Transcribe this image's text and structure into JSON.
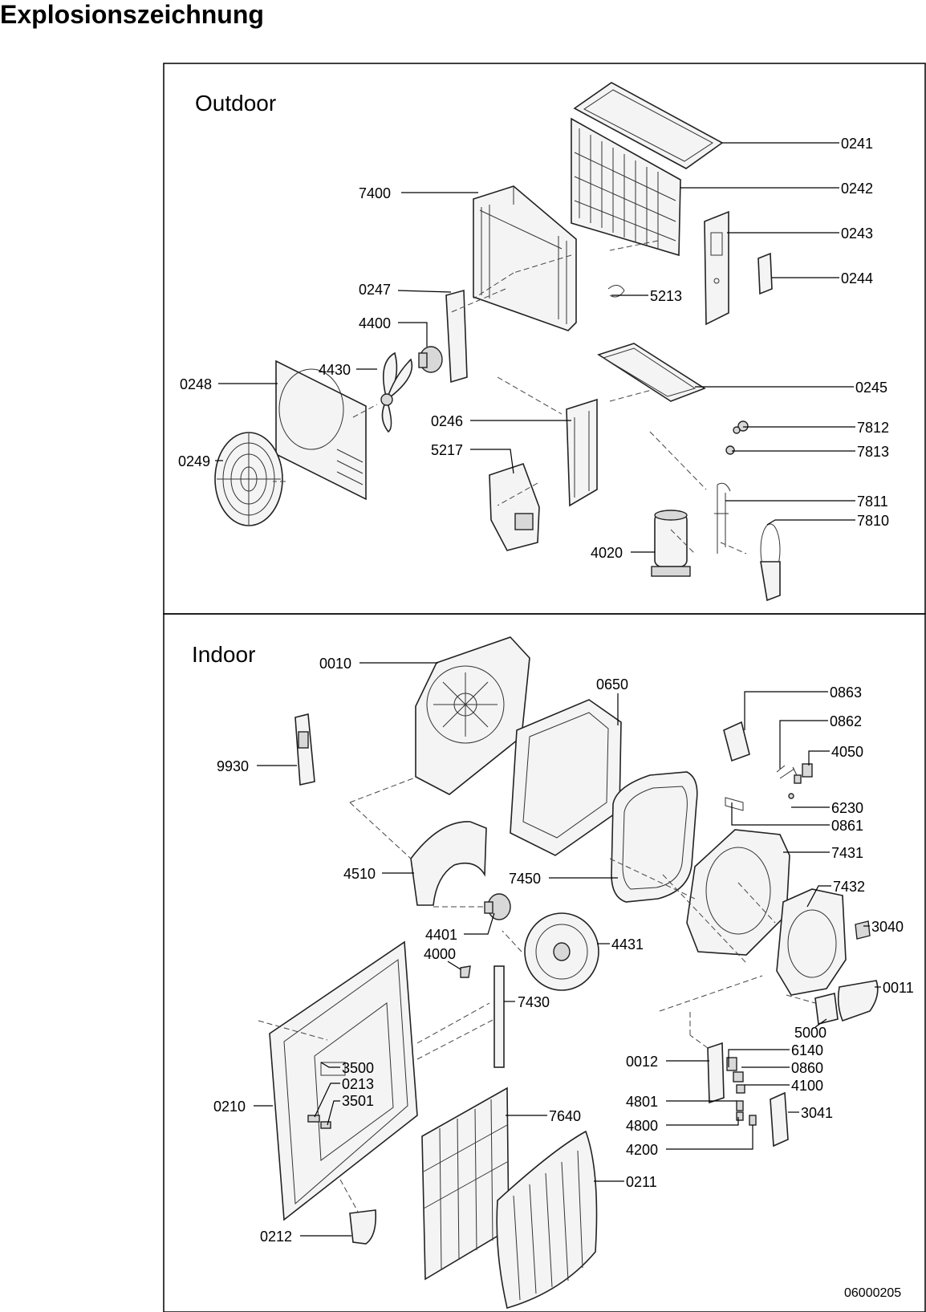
{
  "title": "Explosionszeichnung",
  "sections": {
    "outdoor": "Outdoor",
    "indoor": "Indoor"
  },
  "drawing_code": "06000205",
  "labels": {
    "p0241": "0241",
    "p0242": "0242",
    "p0243": "0243",
    "p0244": "0244",
    "p7400": "7400",
    "p5213": "5213",
    "p0247": "0247",
    "p4400": "4400",
    "p4430": "4430",
    "p0248": "0248",
    "p0245": "0245",
    "p0246": "0246",
    "p7812": "7812",
    "p7813": "7813",
    "p5217": "5217",
    "p0249": "0249",
    "p7811": "7811",
    "p7810": "7810",
    "p4020": "4020",
    "p0010": "0010",
    "p0650": "0650",
    "p0863": "0863",
    "p0862": "0862",
    "p4050": "4050",
    "p9930": "9930",
    "p6230": "6230",
    "p0861": "0861",
    "p7431": "7431",
    "p4510": "4510",
    "p7450": "7450",
    "p7432": "7432",
    "p3040": "3040",
    "p4401": "4401",
    "p4431": "4431",
    "p4000": "4000",
    "p0011": "0011",
    "p7430": "7430",
    "p5000": "5000",
    "p6140": "6140",
    "p0012": "0012",
    "p0860": "0860",
    "p3500": "3500",
    "p4100": "4100",
    "p0213": "0213",
    "p3501": "3501",
    "p0210": "0210",
    "p4801": "4801",
    "p3041": "3041",
    "p7640": "7640",
    "p4800": "4800",
    "p4200": "4200",
    "p0211": "0211",
    "p0212": "0212"
  }
}
